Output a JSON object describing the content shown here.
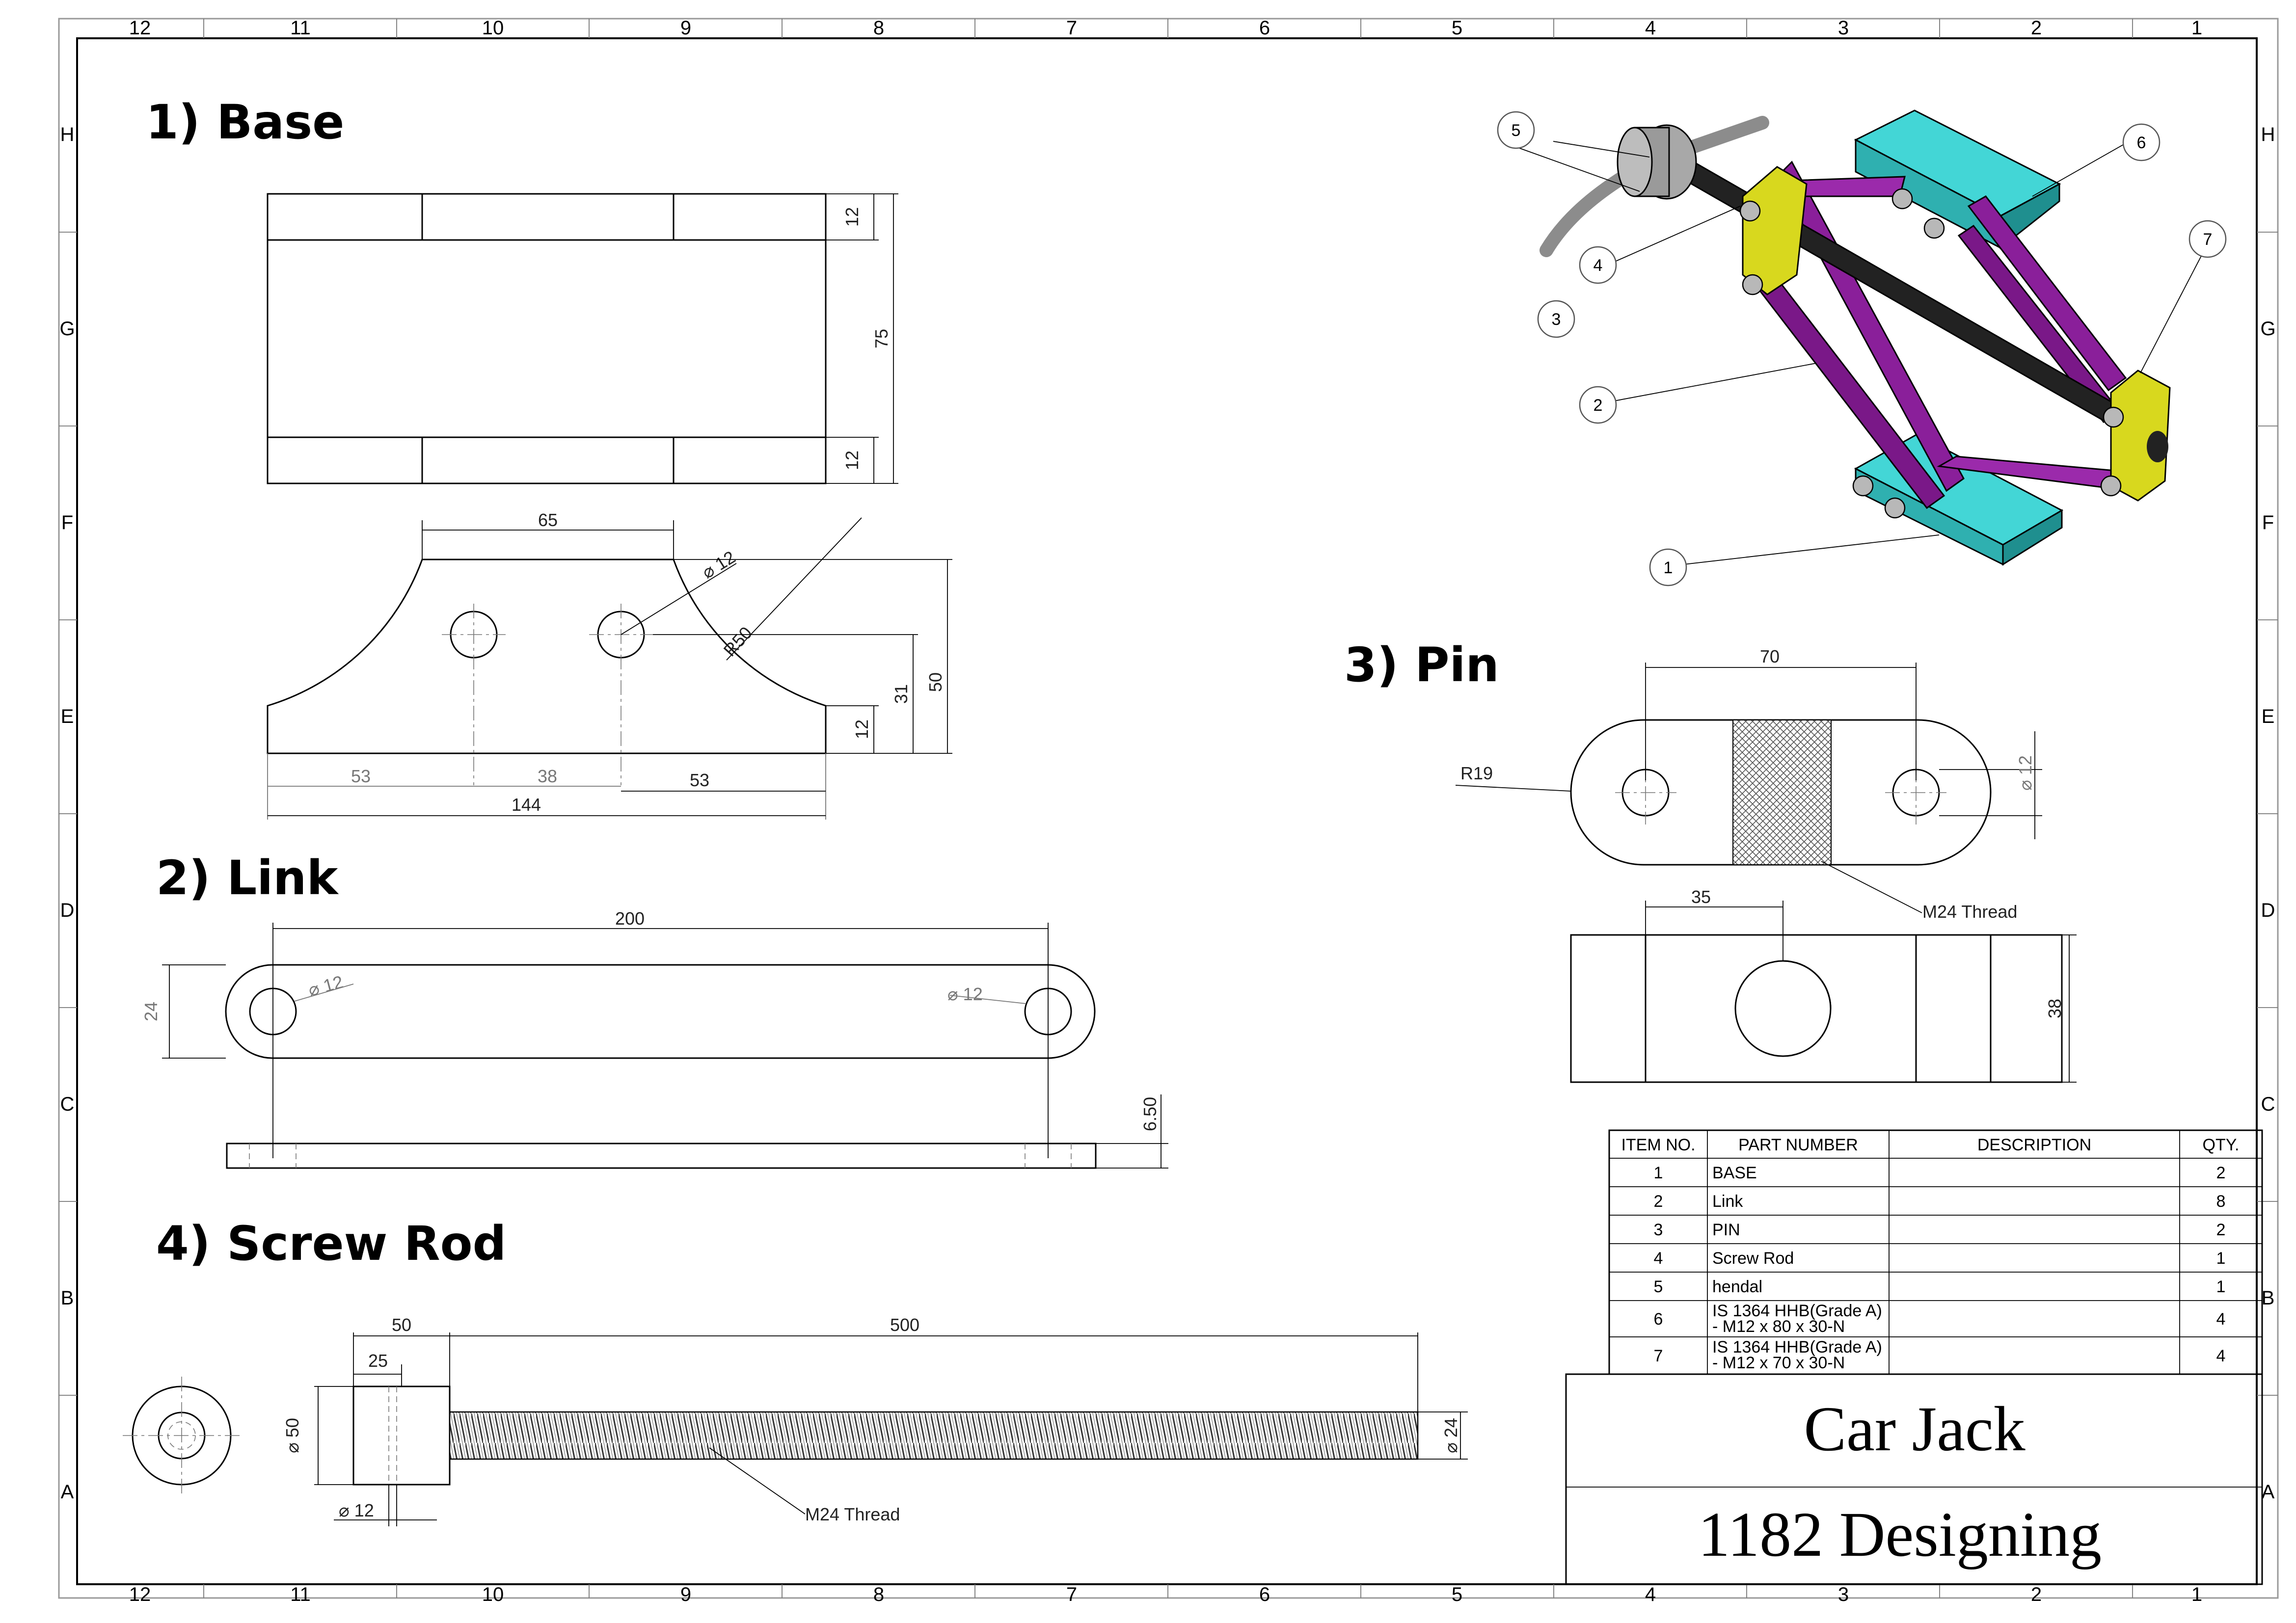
{
  "zones": {
    "columns": [
      "12",
      "11",
      "10",
      "9",
      "8",
      "7",
      "6",
      "5",
      "4",
      "3",
      "2",
      "1"
    ],
    "rows": [
      "H",
      "G",
      "F",
      "E",
      "D",
      "C",
      "B",
      "A"
    ]
  },
  "views": {
    "base": {
      "title": "1) Base",
      "dims": {
        "d12a": "12",
        "d75": "75",
        "d12b": "12",
        "d65": "65",
        "dia12": "⌀ 12",
        "r50": "R50",
        "d31": "31",
        "d50": "50",
        "d12c": "12",
        "d53a": "53",
        "d38": "38",
        "d53b": "53",
        "d144": "144"
      }
    },
    "link": {
      "title": "2) Link",
      "dims": {
        "d200": "200",
        "d24": "24",
        "dia12a": "⌀ 12",
        "dia12b": "⌀ 12",
        "d650": "6.50"
      }
    },
    "pin": {
      "title": "3) Pin",
      "dims": {
        "d70": "70",
        "r19": "R19",
        "dia12": "⌀ 12",
        "thread": "M24 Thread",
        "d35": "35",
        "d38": "38"
      }
    },
    "screw_rod": {
      "title": "4) Screw Rod",
      "dims": {
        "d50": "50",
        "d500": "500",
        "d25": "25",
        "dia50": "⌀ 50",
        "dia24": "⌀ 24",
        "dia12": "⌀ 12",
        "thread": "M24 Thread"
      }
    }
  },
  "isometric": {
    "balloons": [
      "1",
      "2",
      "3",
      "4",
      "5",
      "6",
      "7"
    ],
    "colors": {
      "base": "#3cc8c8",
      "link": "#8a1f9a",
      "pin": "#d8d81e",
      "rod": "#222222",
      "handle": "#8c8c8c",
      "bolt": "#b0b0b0"
    }
  },
  "bom": {
    "headers": [
      "ITEM NO.",
      "PART NUMBER",
      "DESCRIPTION",
      "QTY."
    ],
    "rows": [
      {
        "item": "1",
        "part": "BASE",
        "part2": "",
        "desc": "",
        "qty": "2"
      },
      {
        "item": "2",
        "part": "Link",
        "part2": "",
        "desc": "",
        "qty": "8"
      },
      {
        "item": "3",
        "part": "PIN",
        "part2": "",
        "desc": "",
        "qty": "2"
      },
      {
        "item": "4",
        "part": "Screw Rod",
        "part2": "",
        "desc": "",
        "qty": "1"
      },
      {
        "item": "5",
        "part": "hendal",
        "part2": "",
        "desc": "",
        "qty": "1"
      },
      {
        "item": "6",
        "part": "IS 1364 HHB(Grade A)",
        "part2": "- M12 x 80 x 30-N",
        "desc": "",
        "qty": "4"
      },
      {
        "item": "7",
        "part": "IS 1364 HHB(Grade A)",
        "part2": "- M12 x 70 x 30-N",
        "desc": "",
        "qty": "4"
      }
    ]
  },
  "title_block": {
    "title": "Car Jack",
    "subtitle": "1182 Designing"
  }
}
